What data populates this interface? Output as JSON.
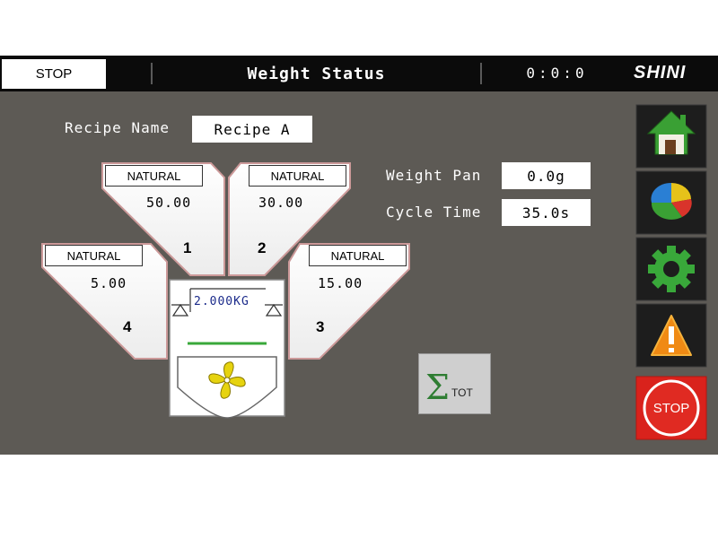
{
  "header": {
    "status": "STOP",
    "title": "Weight Status",
    "clock": "0:0:0",
    "logo": "SHINI"
  },
  "recipe": {
    "label": "Recipe Name",
    "value": "Recipe A"
  },
  "readouts": {
    "weight_pan_label": "Weight Pan",
    "weight_pan_value": "0.0g",
    "cycle_time_label": "Cycle Time",
    "cycle_time_value": "35.0s"
  },
  "hoppers": [
    {
      "number": "1",
      "material": "NATURAL",
      "value": "50.00"
    },
    {
      "number": "2",
      "material": "NATURAL",
      "value": "30.00"
    },
    {
      "number": "3",
      "material": "NATURAL",
      "value": "15.00"
    },
    {
      "number": "4",
      "material": "NATURAL",
      "value": "5.00"
    }
  ],
  "scale": {
    "reading": "2.000KG"
  },
  "total_button": {
    "symbol": "Σ",
    "suffix": "TOT"
  },
  "side_buttons": [
    {
      "icon": "home-icon"
    },
    {
      "icon": "pie-chart-icon"
    },
    {
      "icon": "gear-icon"
    },
    {
      "icon": "warning-icon"
    },
    {
      "icon": "stop-icon",
      "label": "STOP"
    }
  ],
  "colors": {
    "background": "#5d5a55",
    "header": "#0b0b0b",
    "stop_red": "#d9221c",
    "accent_green": "#3a8f2b"
  }
}
